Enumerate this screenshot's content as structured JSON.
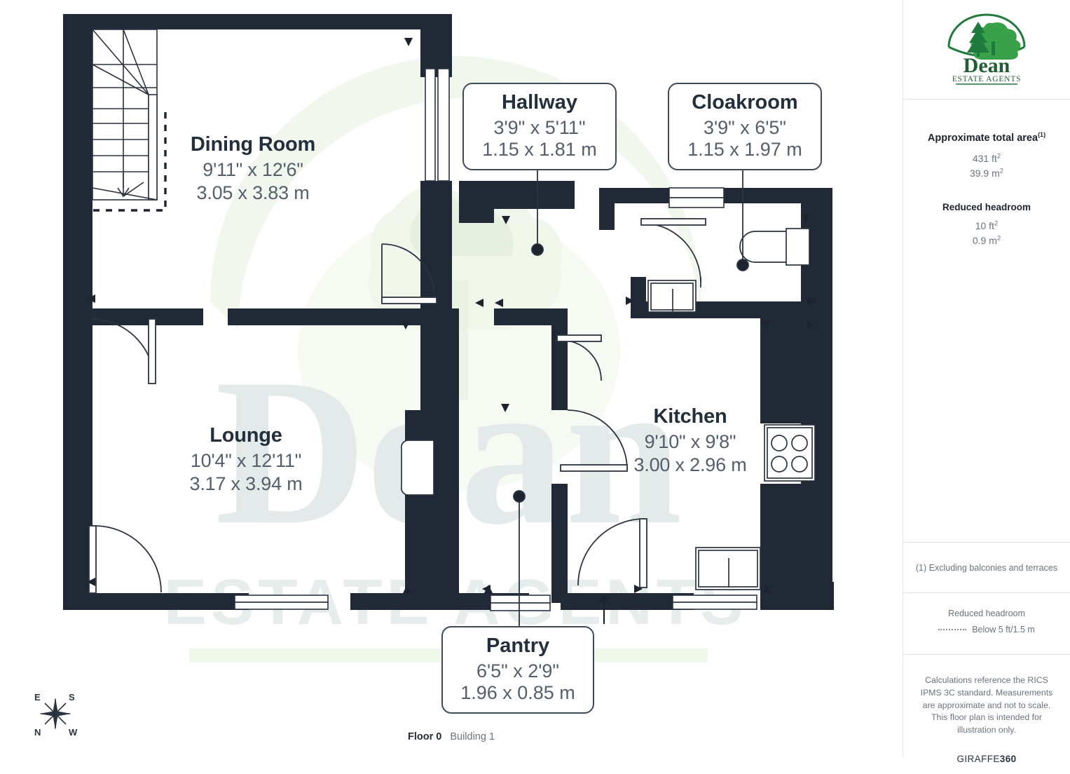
{
  "brand": {
    "logo_name": "Dean",
    "logo_sub": "ESTATE AGENTS",
    "watermark_main": "Dean",
    "watermark_sub": "ESTATE AGENTS"
  },
  "rooms": [
    {
      "key": "dining",
      "name": "Dining Room",
      "imperial": "9'11\" x 12'6\"",
      "metric": "3.05 x 3.83 m",
      "style": "plain"
    },
    {
      "key": "hallway",
      "name": "Hallway",
      "imperial": "3'9\" x 5'11\"",
      "metric": "1.15 x 1.81 m",
      "style": "callout"
    },
    {
      "key": "cloakroom",
      "name": "Cloakroom",
      "imperial": "3'9\" x 6'5\"",
      "metric": "1.15 x 1.97 m",
      "style": "callout"
    },
    {
      "key": "lounge",
      "name": "Lounge",
      "imperial": "10'4\" x 12'11\"",
      "metric": "3.17 x 3.94 m",
      "style": "plain"
    },
    {
      "key": "kitchen",
      "name": "Kitchen",
      "imperial": "9'10\" x 9'8\"",
      "metric": "3.00 x 2.96 m",
      "style": "plain"
    },
    {
      "key": "pantry",
      "name": "Pantry",
      "imperial": "6'5\" x 2'9\"",
      "metric": "1.96 x 0.85 m",
      "style": "callout"
    }
  ],
  "compass": {
    "n": "N",
    "e": "E",
    "s": "S",
    "w": "W"
  },
  "footer": {
    "floor": "Floor 0",
    "building": "Building 1"
  },
  "panel": {
    "area_title": "Approximate total area",
    "area_title_sup": "(1)",
    "area_ft": "431 ft",
    "area_ft_sup": "2",
    "area_m": "39.9 m",
    "area_m_sup": "2",
    "reduced_title": "Reduced headroom",
    "reduced_ft": "10 ft",
    "reduced_ft_sup": "2",
    "reduced_m": "0.9 m",
    "reduced_m_sup": "2",
    "footnote": "(1) Excluding balconies and terraces",
    "legend_title": "Reduced headroom",
    "legend_value": "Below 5 ft/1.5 m",
    "calc_text": "Calculations reference the RICS IPMS 3C standard. Measurements are approximate and not to scale. This floor plan is intended for illustration only.",
    "giraffe_a": "GIRAFFE",
    "giraffe_b": "360"
  },
  "colors": {
    "wall": "#202935",
    "wall_light": "#39414e",
    "text_dark": "#242f3d",
    "text_grey": "#545f6b",
    "brand_green": "#1f7a3d",
    "watermark_grey": "#e4e9ea",
    "watermark_green": "#e8f2e2",
    "panel_border": "#e2e4e7"
  }
}
